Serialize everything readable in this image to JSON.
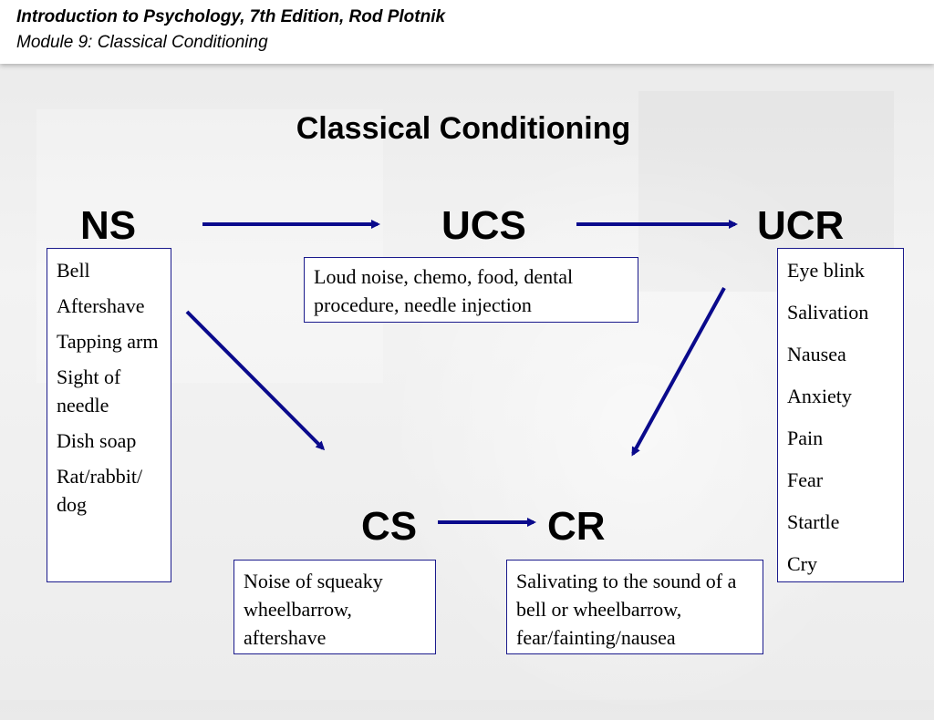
{
  "header": {
    "line1": "Introduction to Psychology, 7th Edition, Rod Plotnik",
    "line2": "Module 9:  Classical Conditioning"
  },
  "title": "Classical Conditioning",
  "terms": {
    "ns": "NS",
    "ucs": "UCS",
    "ucr": "UCR",
    "cs": "CS",
    "cr": "CR"
  },
  "ns_examples": [
    "Bell",
    "Aftershave",
    "Tapping arm",
    "Sight of needle",
    "Dish soap",
    "Rat/rabbit/ dog"
  ],
  "ucs_examples": "Loud noise, chemo, food, dental procedure, needle injection",
  "ucr_examples": [
    "Eye blink",
    "Salivation",
    "Nausea",
    "Anxiety",
    "Pain",
    "Fear",
    "Startle",
    "Cry"
  ],
  "cs_examples": "Noise of squeaky wheelbarrow, aftershave",
  "cr_examples": "Salivating to the sound of a bell or wheelbarrow, fear/fainting/nausea",
  "colors": {
    "arrow": "#0a0a8c",
    "box_border": "#1a1a8c"
  }
}
